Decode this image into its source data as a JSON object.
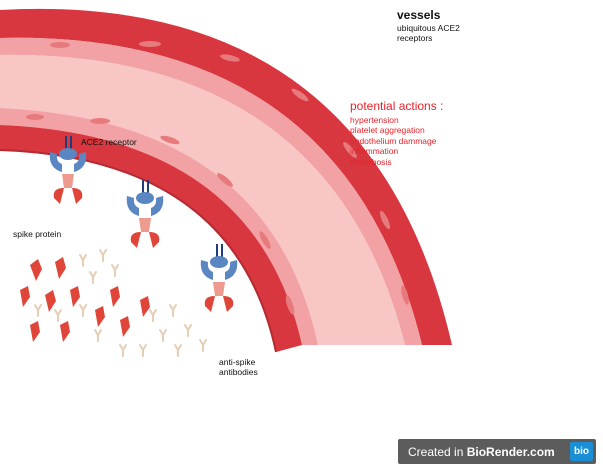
{
  "vessels": {
    "title": "vessels",
    "subtitle": "ubiquitous ACE2 receptors"
  },
  "actions": {
    "title": "potential actions :",
    "items": [
      "hypertension",
      "platelet aggregation",
      "endothelium dammage",
      "inflammation",
      "thrombosis"
    ]
  },
  "labels": {
    "ace2_receptor": "ACE2 receptor",
    "spike_protein": "spike protein",
    "antibodies": "anti-spike antibodies"
  },
  "badge": {
    "prefix": "Created in ",
    "brand": "BioRender.com",
    "logo": "bio"
  },
  "colors": {
    "vessel_wall": "#d8373f",
    "vessel_wall_dark": "#b52a31",
    "endothelium": "#f2a2a4",
    "lumen": "#f9c6c6",
    "receptor": "#5a86c2",
    "spike": "#e0453a",
    "antibody": "#e6cdb4",
    "actions_text": "#e8232b"
  }
}
